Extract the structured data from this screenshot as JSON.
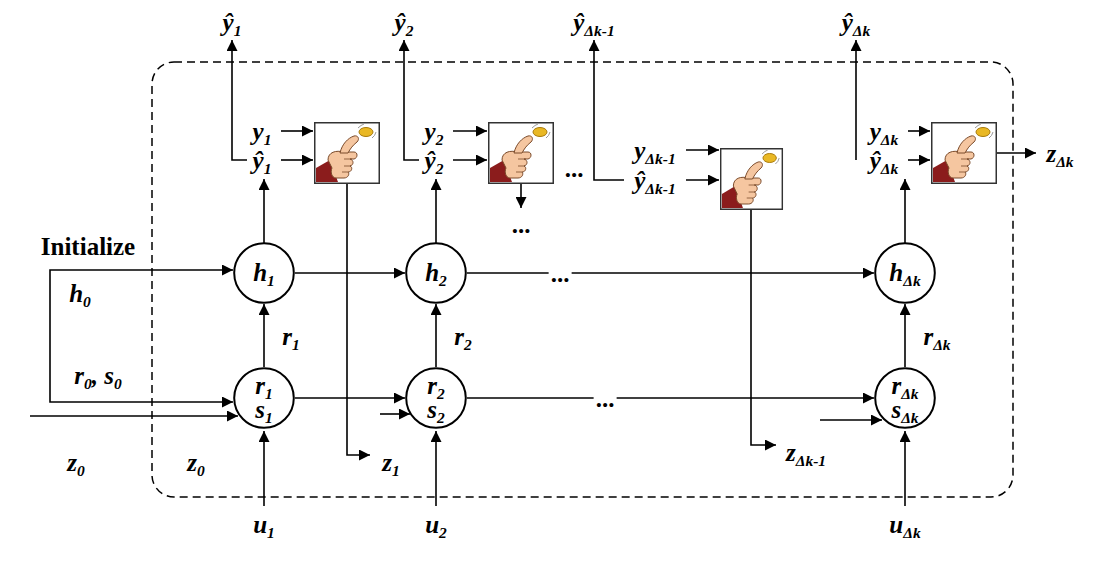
{
  "diagram": {
    "nodes": [
      {
        "text": [
          "h1"
        ]
      },
      {
        "text": [
          "h2"
        ]
      },
      {
        "text": [
          "hΔk"
        ]
      },
      {
        "text": [
          "r1",
          "s1"
        ]
      },
      {
        "text": [
          "r2",
          "s2"
        ]
      },
      {
        "text": [
          "rΔk",
          "sΔk"
        ]
      }
    ],
    "edges": [
      {
        "from": 0,
        "to": 1,
        "arrow": "to"
      },
      {
        "from": 1,
        "to": 2,
        "arrow": "to",
        "label": "..."
      },
      {
        "from": 3,
        "to": 0,
        "arrow": "to",
        "label": "r1"
      },
      {
        "from": 4,
        "to": 1,
        "arrow": "to",
        "label": "r2"
      },
      {
        "from": 5,
        "to": 2,
        "arrow": "to",
        "label": "rΔk"
      },
      {
        "from": 3,
        "to": 4,
        "arrow": "to"
      },
      {
        "from": 4,
        "to": 5,
        "arrow": "to",
        "label": "..."
      }
    ],
    "labels": [
      "ŷ1",
      "ŷ2",
      "ŷΔk-1",
      "ŷΔk",
      "y1",
      "ŷ1",
      "y2",
      "ŷ2",
      "...",
      "yΔk-1",
      "ŷΔk-1",
      "yΔk",
      "ŷΔk",
      "zΔk",
      "...",
      "Initialize",
      "h0",
      "r0, s0",
      "z0",
      "z0",
      "z1",
      "zΔk-1",
      "u1",
      "u2",
      "uΔk"
    ]
  }
}
